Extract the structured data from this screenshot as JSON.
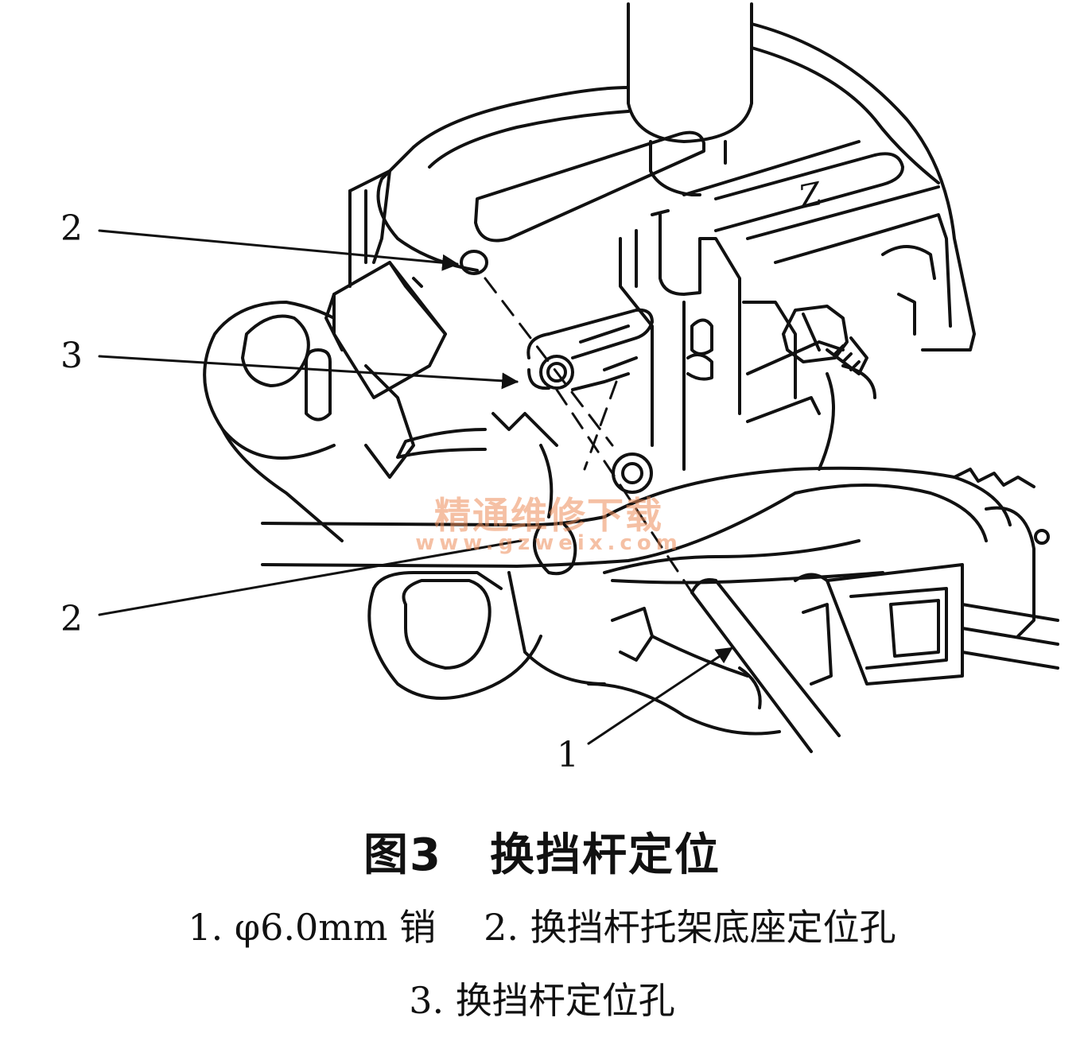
{
  "figure": {
    "callouts": {
      "top_2": "2",
      "mid_3": "3",
      "bottom_2": "2",
      "bottom_1": "1"
    },
    "gate_letter": "Z",
    "watermark": {
      "text_cn": "精通维修下载",
      "url": "www.gzweix.com"
    }
  },
  "caption": {
    "figure_number": "图3",
    "title": "换挡杆定位",
    "legend": {
      "item1": "1. φ6.0mm 销",
      "item2": "2. 换挡杆托架底座定位孔",
      "item3": "3. 换挡杆定位孔"
    }
  }
}
